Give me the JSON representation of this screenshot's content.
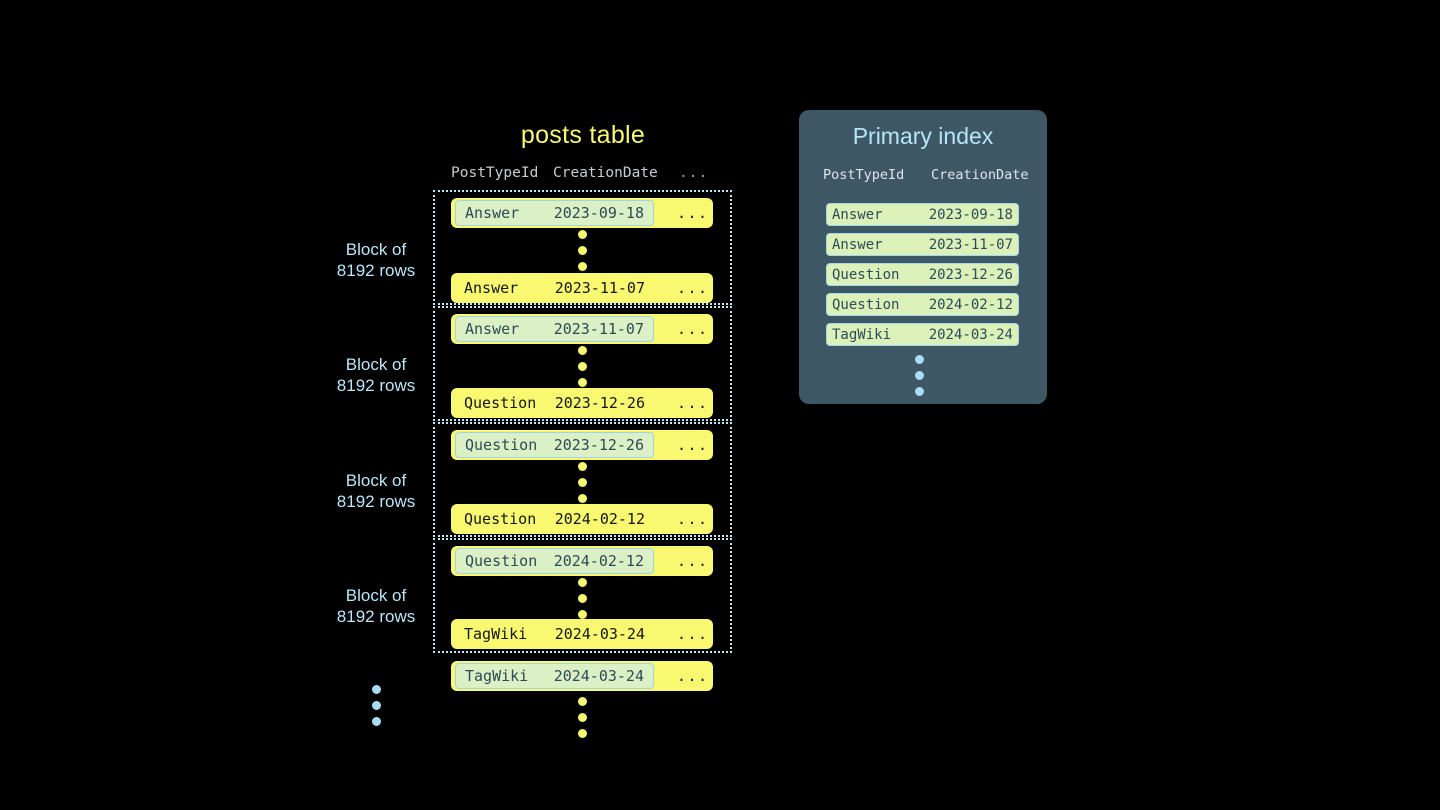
{
  "posts_table": {
    "title": "posts table",
    "columns": [
      "PostTypeId",
      "CreationDate",
      "..."
    ],
    "ellipsis": "...",
    "blocks": [
      {
        "label_line1": "Block of",
        "label_line2": "8192 rows",
        "first_row": {
          "post_type_id": "Answer",
          "creation_date": "2023-09-18",
          "more": "...",
          "marked": true
        },
        "last_row": {
          "post_type_id": "Answer",
          "creation_date": "2023-11-07",
          "more": "...",
          "marked": false
        }
      },
      {
        "label_line1": "Block of",
        "label_line2": "8192 rows",
        "first_row": {
          "post_type_id": "Answer",
          "creation_date": "2023-11-07",
          "more": "...",
          "marked": true
        },
        "last_row": {
          "post_type_id": "Question",
          "creation_date": "2023-12-26",
          "more": "...",
          "marked": false
        }
      },
      {
        "label_line1": "Block of",
        "label_line2": "8192 rows",
        "first_row": {
          "post_type_id": "Question",
          "creation_date": "2023-12-26",
          "more": "...",
          "marked": true
        },
        "last_row": {
          "post_type_id": "Question",
          "creation_date": "2024-02-12",
          "more": "...",
          "marked": false
        }
      },
      {
        "label_line1": "Block of",
        "label_line2": "8192 rows",
        "first_row": {
          "post_type_id": "Question",
          "creation_date": "2024-02-12",
          "more": "...",
          "marked": true
        },
        "last_row": {
          "post_type_id": "TagWiki",
          "creation_date": "2024-03-24",
          "more": "...",
          "marked": false
        }
      }
    ],
    "trailing_row": {
      "post_type_id": "TagWiki",
      "creation_date": "2024-03-24",
      "more": "...",
      "marked": true
    }
  },
  "primary_index": {
    "title": "Primary index",
    "columns": [
      "PostTypeId",
      "CreationDate"
    ],
    "rows": [
      {
        "post_type_id": "Answer",
        "creation_date": "2023-09-18"
      },
      {
        "post_type_id": "Answer",
        "creation_date": "2023-11-07"
      },
      {
        "post_type_id": "Question",
        "creation_date": "2023-12-26"
      },
      {
        "post_type_id": "Question",
        "creation_date": "2024-02-12"
      },
      {
        "post_type_id": "TagWiki",
        "creation_date": "2024-03-24"
      }
    ]
  },
  "colors": {
    "background": "#000000",
    "row_yellow": "#f9f871",
    "mark_green": "#dcf0c6",
    "mark_border_blue": "#9fd3e8",
    "panel_slate": "#3e5764",
    "accent_blue": "#b5e5f8",
    "title_yellow": "#f7f871",
    "index_row_green": "#dcf0b9",
    "index_text_slate": "#2b4b58"
  }
}
